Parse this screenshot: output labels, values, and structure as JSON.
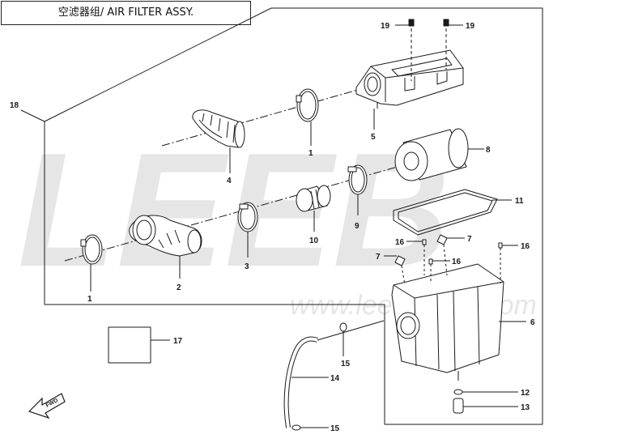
{
  "title": "空滤器组/ AIR FILTER ASSY.",
  "watermark": {
    "logo_text": "LEEB",
    "url": "www.leebmotor.com"
  },
  "callouts": {
    "c1a": "1",
    "c1b": "1",
    "c2": "2",
    "c3": "3",
    "c4": "4",
    "c5": "5",
    "c6": "6",
    "c7a": "7",
    "c7b": "7",
    "c8": "8",
    "c9": "9",
    "c10": "10",
    "c11": "11",
    "c12": "12",
    "c13": "13",
    "c14": "14",
    "c15a": "15",
    "c15b": "15",
    "c16a": "16",
    "c16b": "16",
    "c16c": "16",
    "c17": "17",
    "c18": "18",
    "c19a": "19",
    "c19b": "19"
  },
  "fwd_label": "FWD",
  "colors": {
    "line": "#1a1a1a",
    "watermark": "#e3e3e3"
  }
}
